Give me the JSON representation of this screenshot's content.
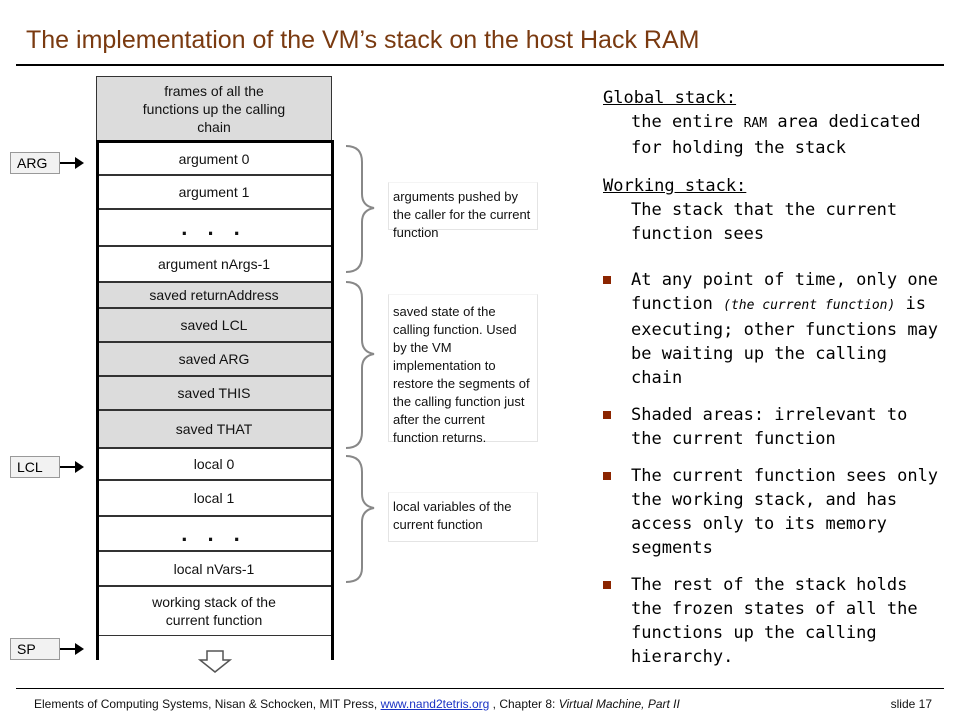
{
  "title": "The implementation of the VM’s stack on the host Hack RAM",
  "stack": {
    "frames_top": "frames of all the functions up the calling chain",
    "arg0": "argument  0",
    "arg1": "argument  1",
    "dots": ". . .",
    "argN": "argument nArgs-1",
    "ret": "saved returnAddress",
    "lcl": "saved LCL",
    "arg": "saved ARG",
    "this": "saved THIS",
    "that": "saved THAT",
    "local0": "local  0",
    "local1": "local  1",
    "localN": "local nVars-1",
    "working": "working stack of the current function"
  },
  "pointers": {
    "arg": "ARG",
    "lcl": "LCL",
    "sp": "SP"
  },
  "notes": {
    "args": "arguments pushed by the caller for the current function",
    "saved": "saved state of the calling function. Used by the VM implementation to restore the segments of the calling function just after the current function returns.",
    "locals": "local variables of the current function"
  },
  "right": {
    "global_heading": "Global stack:",
    "global_text_1": "the entire ",
    "global_text_ram": "RAM",
    "global_text_2": " area dedicated for holding the stack",
    "working_heading": "Working stack:",
    "working_text": "The stack that the current function sees",
    "bullet1_a": "At any point of time, only one function ",
    "bullet1_paren": "(the current function)",
    "bullet1_b": " is executing; other functions may be waiting up the calling chain",
    "bullet2": "Shaded areas: irrelevant to the current function",
    "bullet3": "The current function sees only the working stack, and has access only to its memory segments",
    "bullet4": "The rest of the stack holds the frozen states of all the functions up the calling hierarchy."
  },
  "footer": {
    "text1": "Elements of Computing Systems, Nisan & Schocken, MIT Press, ",
    "link": "www.nand2tetris.org",
    "text2": " , Chapter 8: ",
    "chapter": "Virtual Machine, Part II",
    "slide": "slide 17"
  },
  "colors": {
    "title": "#7a3a10",
    "bullet": "#8b2500",
    "shaded": "#dcdcdc",
    "link": "#1a32c4"
  }
}
